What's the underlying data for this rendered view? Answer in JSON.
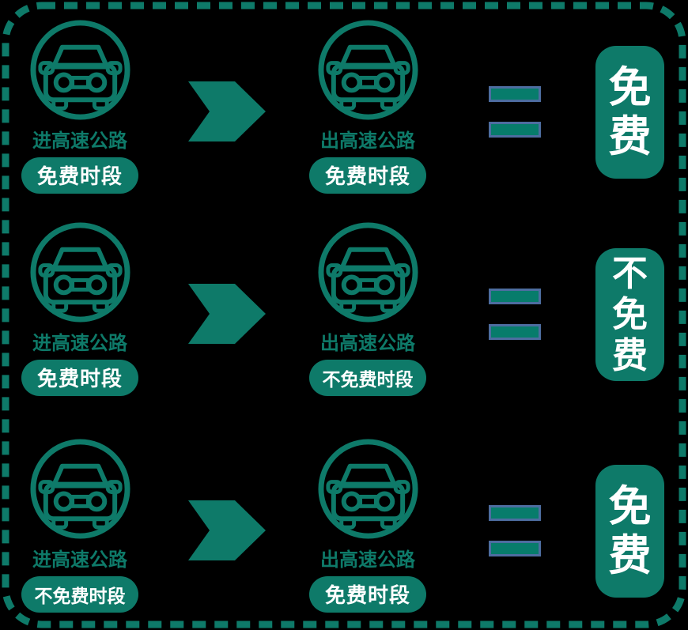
{
  "page": {
    "background": "#000000",
    "border_color": "#0e7a69",
    "border_style": "dashed-rounded"
  },
  "colors": {
    "teal": "#0e7a69",
    "equals_fill": "#077c6b",
    "equals_border": "#4d6da0",
    "text_on_teal": "#ffffff"
  },
  "icons": [
    "car-icon",
    "chevron-right-icon",
    "equals-icon"
  ],
  "rows": [
    {
      "enter": {
        "label": "进高速公路",
        "badge": "免费时段"
      },
      "exit": {
        "label": "出高速公路",
        "badge": "免费时段"
      },
      "result": "免费"
    },
    {
      "enter": {
        "label": "进高速公路",
        "badge": "免费时段"
      },
      "exit": {
        "label": "出高速公路",
        "badge": "不免费时段"
      },
      "result": "不免费"
    },
    {
      "enter": {
        "label": "进高速公路",
        "badge": "不免费时段"
      },
      "exit": {
        "label": "出高速公路",
        "badge": "免费时段"
      },
      "result": "免费"
    }
  ]
}
